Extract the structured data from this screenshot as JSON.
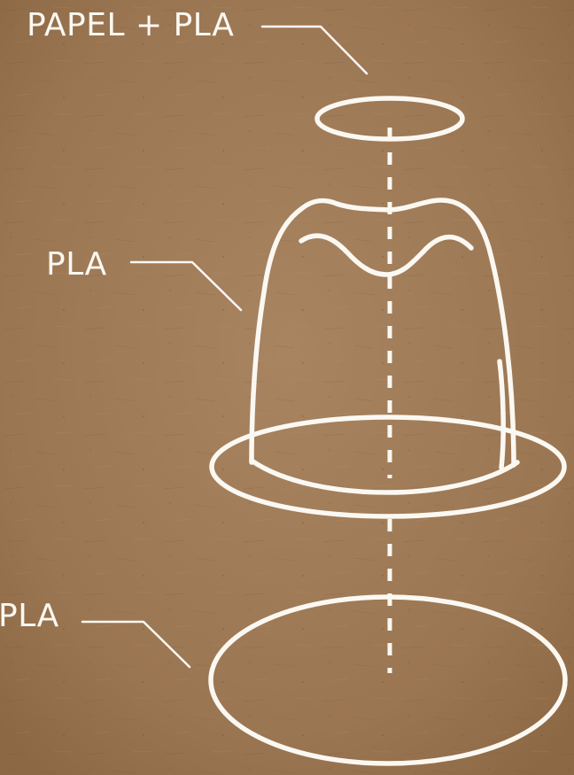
{
  "labels": {
    "lid": "PAPEL + PLA",
    "body": "PLA",
    "base": "PLA"
  },
  "colors": {
    "background": "#9a7550",
    "line": "#fbf8f2",
    "fill_tint": "#c7ab8e"
  }
}
